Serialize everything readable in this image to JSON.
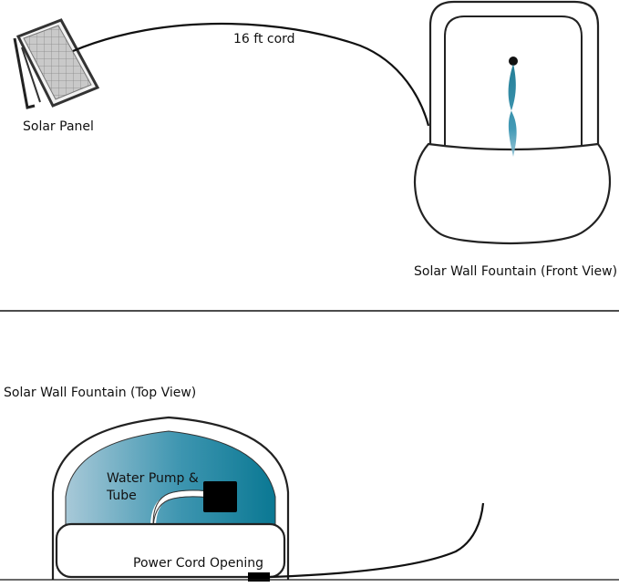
{
  "labels": {
    "cord": "16 ft cord",
    "solar_panel": "Solar Panel",
    "front_view": "Solar Wall Fountain (Front View)",
    "top_view": "Solar Wall Fountain (Top View)",
    "pump_line1": "Water Pump &",
    "pump_line2": "Tube",
    "cord_opening": "Power Cord Opening"
  },
  "colors": {
    "outline": "#1a1a1a",
    "water_dark": "#0f7f98",
    "water_light": "#9cc3d3",
    "panel_cell": "#cfcfcf",
    "panel_frame": "#555555",
    "pump": "#000000"
  }
}
